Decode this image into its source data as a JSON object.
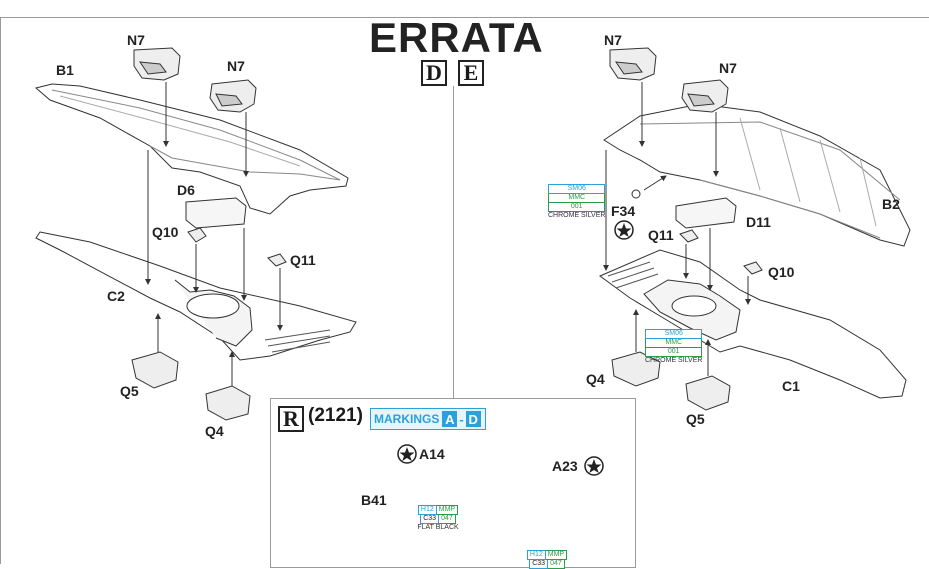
{
  "title": "ERRATA",
  "variants": [
    "D",
    "E"
  ],
  "left_assembly": {
    "labels": {
      "N7_top": "N7",
      "N7_mid": "N7",
      "B1": "B1",
      "D6": "D6",
      "Q10": "Q10",
      "Q11": "Q11",
      "C2": "C2",
      "Q5": "Q5",
      "Q4": "Q4"
    }
  },
  "right_assembly": {
    "labels": {
      "N7_top": "N7",
      "N7_mid": "N7",
      "B2": "B2",
      "F34": "F34",
      "D11": "D11",
      "Q11": "Q11",
      "Q10": "Q10",
      "Q4": "Q4",
      "Q5": "Q5",
      "C1": "C1"
    },
    "paint_1": {
      "line1": "SM06",
      "line2": "MMC",
      "line3": "001",
      "name": "CHROME SILVER"
    },
    "paint_2": {
      "line1": "SM06",
      "line2": "MMC",
      "line3": "001",
      "name": "CHROME SILVER"
    }
  },
  "inset": {
    "step_letter": "R",
    "step_code": "(2121)",
    "markings_label": "MARKINGS",
    "markings_from": "A",
    "markings_dash": "-",
    "markings_to": "D",
    "labels": {
      "A14": "A14",
      "A23": "A23",
      "B41": "B41"
    },
    "paint_1": {
      "c1": "H12",
      "c2": "MMP",
      "c3": "C33",
      "c4": "047",
      "name": "FLAT BLACK"
    },
    "paint_2": {
      "c1": "H12",
      "c2": "MMP",
      "c3": "C33",
      "c4": "047"
    }
  },
  "colors": {
    "paint_blue": "#2aa1d8",
    "paint_green": "#2a9d4a",
    "line": "#333333"
  }
}
